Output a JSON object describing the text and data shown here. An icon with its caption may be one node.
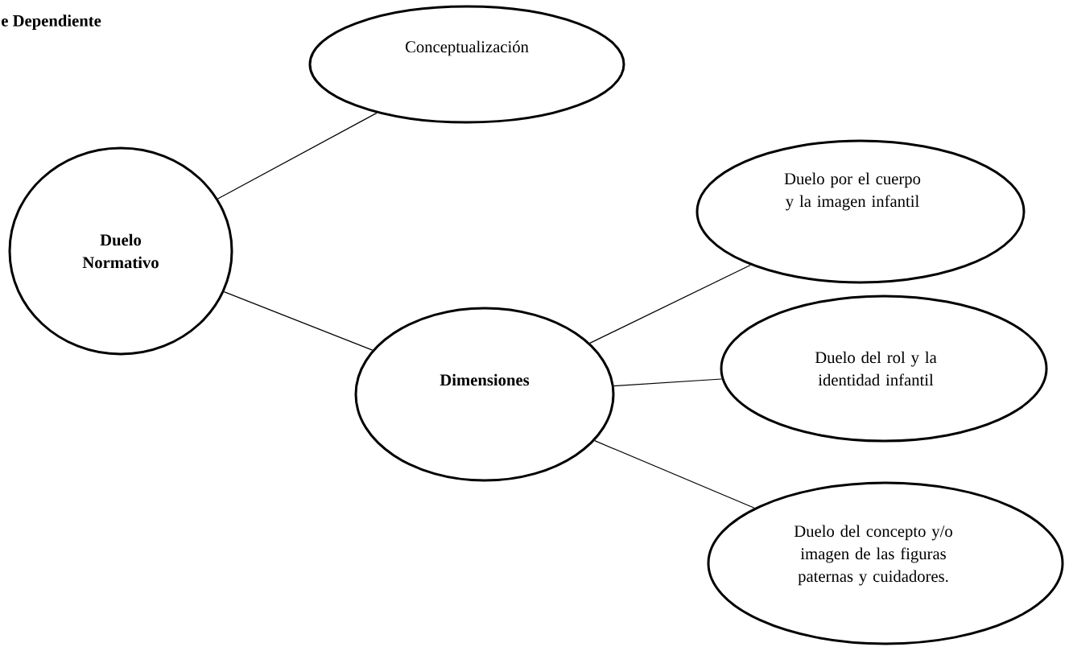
{
  "diagram": {
    "nodes": [
      {
        "text": [
          "Conceptualización"
        ]
      },
      {
        "text": [
          "Duelo Normativo"
        ]
      },
      {
        "text": [
          "Dimensiones"
        ]
      },
      {
        "text": [
          "Duelo por el cuerpo y la imagen infantil"
        ]
      },
      {
        "text": [
          "Duelo del rol y la identidad infantil"
        ]
      },
      {
        "text": [
          "Duelo del concepto y/o imagen de las figuras paternas y cuidadores."
        ]
      }
    ],
    "edges": [
      {
        "from": 1,
        "to": 0,
        "arrow": "none"
      },
      {
        "from": 1,
        "to": 2,
        "arrow": "none"
      },
      {
        "from": 2,
        "to": 3,
        "arrow": "none"
      },
      {
        "from": 2,
        "to": 4,
        "arrow": "none"
      },
      {
        "from": 2,
        "to": 5,
        "arrow": "none"
      }
    ],
    "labels": [
      "e Dependiente"
    ]
  }
}
